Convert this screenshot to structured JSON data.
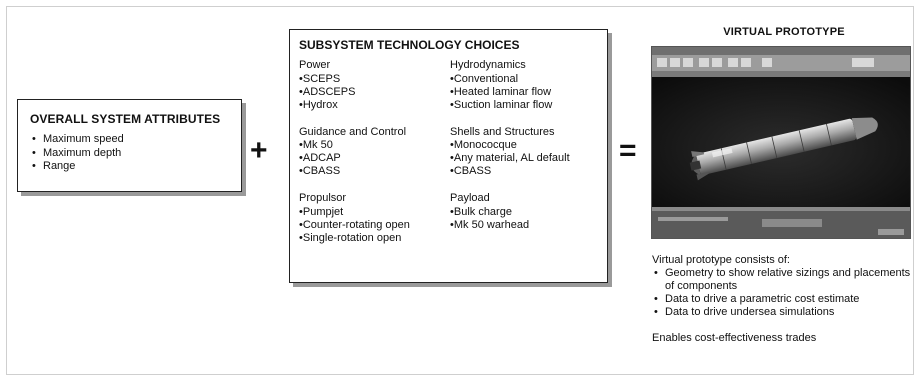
{
  "attributes": {
    "title": "OVERALL SYSTEM ATTRIBUTES",
    "items": [
      "Maximum speed",
      "Maximum depth",
      "Range"
    ]
  },
  "operators": {
    "plus": "+",
    "equals": "="
  },
  "technology": {
    "title": "SUBSYSTEM TECHNOLOGY CHOICES",
    "left": [
      {
        "heading": "Power",
        "items": [
          "SCEPS",
          "ADSCEPS",
          "Hydrox"
        ]
      },
      {
        "heading": "Guidance and Control",
        "items": [
          "Mk 50",
          "ADCAP",
          "CBASS"
        ]
      },
      {
        "heading": "Propulsor",
        "items": [
          "Pumpjet",
          "Counter-rotating open",
          "Single-rotation open"
        ]
      }
    ],
    "right": [
      {
        "heading": "Hydrodynamics",
        "items": [
          "Conventional",
          "Heated laminar flow",
          "Suction laminar flow"
        ]
      },
      {
        "heading": "Shells and Structures",
        "items": [
          "Monococque",
          "Any material, AL default",
          "CBASS"
        ]
      },
      {
        "heading": "Payload",
        "items": [
          "Bulk charge",
          "Mk 50 warhead"
        ]
      }
    ]
  },
  "prototype": {
    "title": "VIRTUAL PROTOTYPE",
    "description_lead": "Virtual prototype consists of:",
    "description_items": [
      "Geometry to show relative sizings and placements of components",
      "Data to drive a parametric cost estimate",
      "Data to drive undersea simulations"
    ],
    "footer": "Enables cost-effectiveness trades"
  }
}
